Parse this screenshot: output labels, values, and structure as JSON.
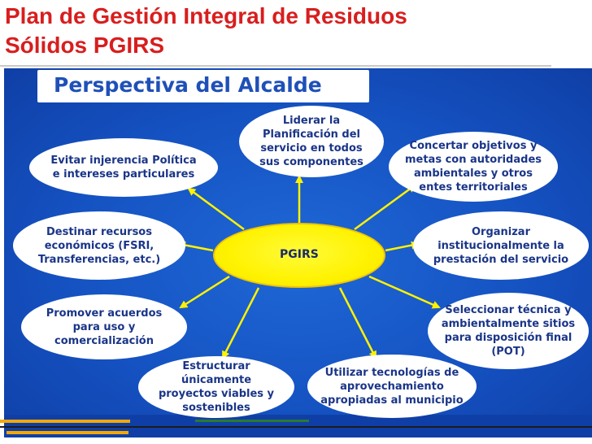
{
  "slide": {
    "title_line1": "Plan de Gestión Integral de Residuos",
    "title_line2": "Sólidos PGIRS"
  },
  "diagram": {
    "heading": "Perspectiva del Alcalde",
    "center": "PGIRS",
    "nodes": [
      {
        "id": "top",
        "text": "Liderar la\nPlanificación del\nservicio en todos\nsus componentes"
      },
      {
        "id": "top-left",
        "text": "Evitar injerencia Política\ne intereses particulares"
      },
      {
        "id": "top-right",
        "text": "Concertar objetivos y\nmetas con autoridades\nambientales y otros\nentes territoriales"
      },
      {
        "id": "mid-left",
        "text": "Destinar recursos\neconómicos (FSRI,\nTransferencias, etc.)"
      },
      {
        "id": "mid-right",
        "text": "Organizar\ninstitucionalmente la\nprestación del servicio"
      },
      {
        "id": "lower-left",
        "text": "Promover acuerdos\npara uso y\ncomercialización"
      },
      {
        "id": "lower-right",
        "text": "Seleccionar  técnica y\nambientalmente sitios\npara disposición final\n(POT)"
      },
      {
        "id": "bottom-left",
        "text": "Estructurar únicamente\nproyectos viables y\nsostenibles"
      },
      {
        "id": "bottom-right",
        "text": "Utilizar  tecnologías de\naprovechamiento\napropiadas al municipio"
      }
    ]
  },
  "colors": {
    "title": "#d81e1e",
    "panel_blue": "#1552c2",
    "node_text": "#1a3588",
    "center_fill": "#fff200",
    "arrow": "#fff200"
  }
}
